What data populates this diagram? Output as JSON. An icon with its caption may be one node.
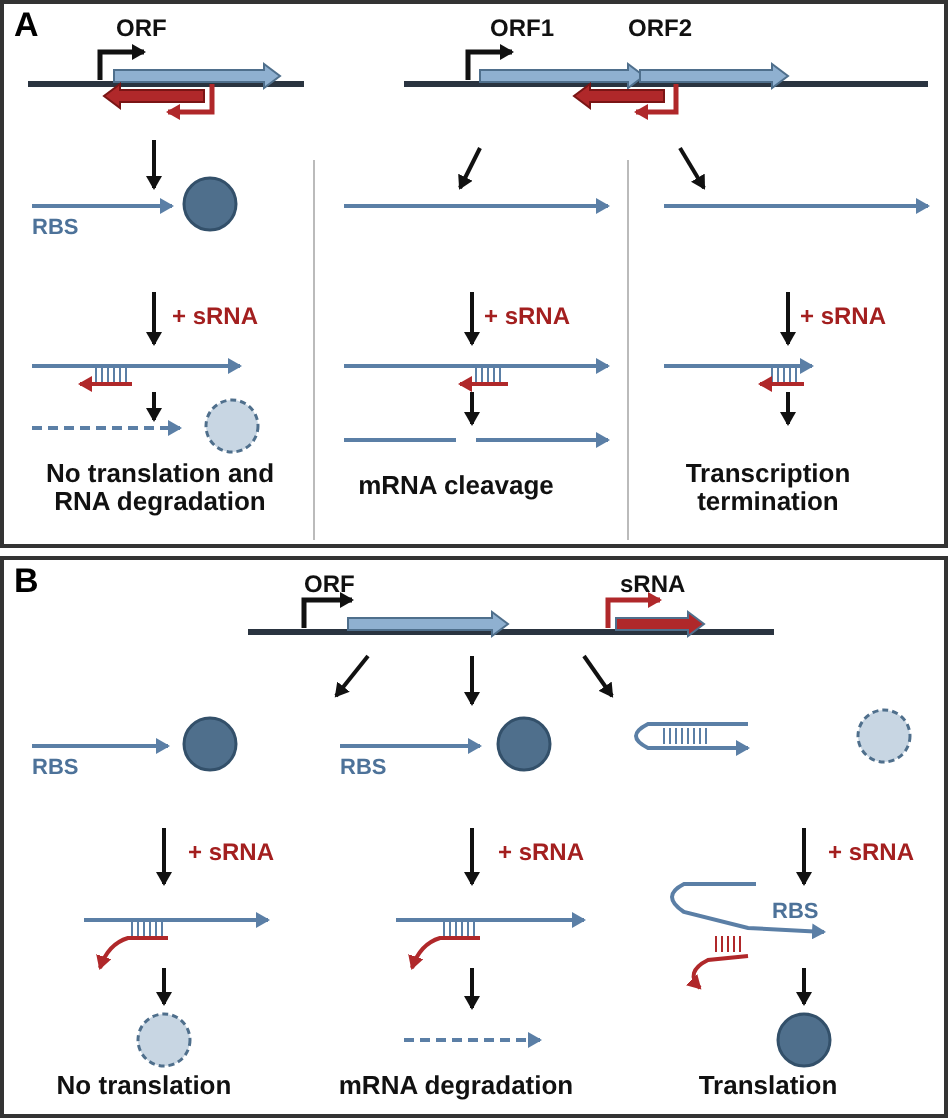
{
  "diagram": {
    "nodes": [
      {
        "text": [
          "A"
        ]
      },
      {
        "text": [
          "B"
        ]
      }
    ],
    "labels": [
      "ORF",
      "ORF1",
      "ORF2",
      "RBS",
      "+ sRNA",
      "+ sRNA",
      "+ sRNA",
      "No translation and RNA degradation",
      "mRNA cleavage",
      "Transcription termination",
      "ORF",
      "sRNA",
      "RBS",
      "RBS",
      "+ sRNA",
      "+ sRNA",
      "+ sRNA",
      "RBS",
      "No translation",
      "mRNA degradation",
      "Translation"
    ]
  }
}
